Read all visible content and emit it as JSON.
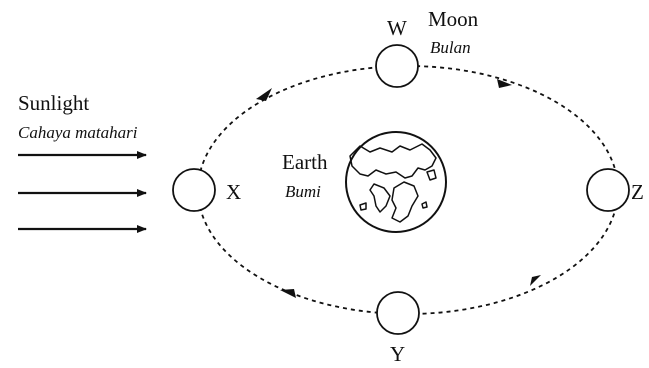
{
  "sunlight": {
    "label_en": "Sunlight",
    "label_my": "Cahaya matahari"
  },
  "moon": {
    "label_en": "Moon",
    "label_my": "Bulan"
  },
  "earth": {
    "label_en": "Earth",
    "label_my": "Bumi"
  },
  "positions": {
    "w": "W",
    "x": "X",
    "y": "Y",
    "z": "Z"
  },
  "colors": {
    "ink": "#111111",
    "background": "#ffffff"
  }
}
